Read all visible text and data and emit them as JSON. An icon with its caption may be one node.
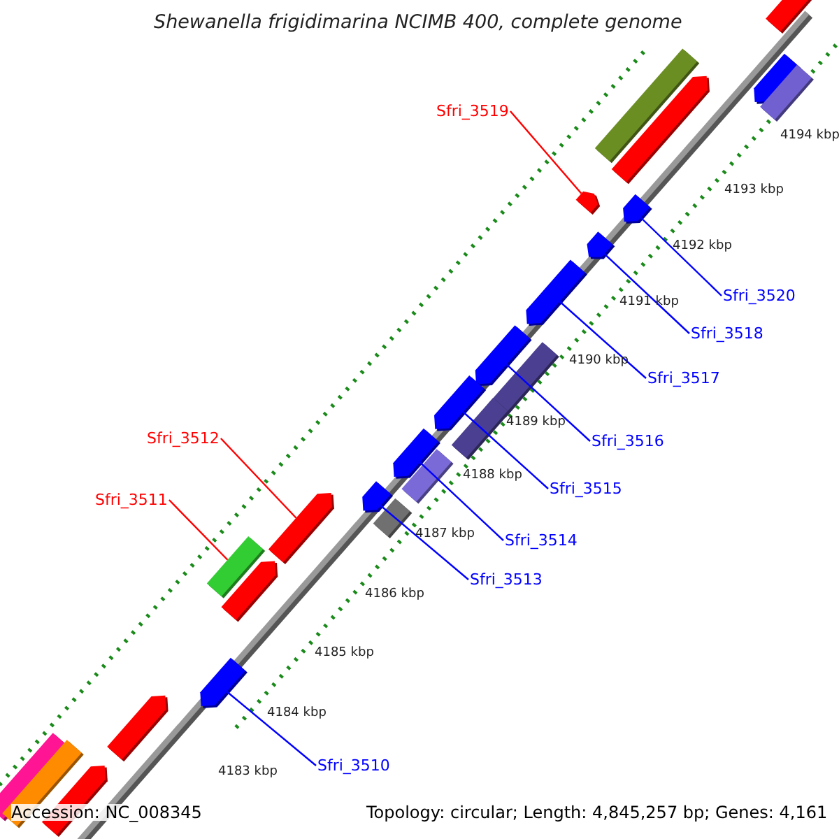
{
  "diagram": {
    "title": "Shewanella frigidimarina NCIMB 400, complete genome",
    "nodes": [
      {
        "text": [
          "Sfri_3519"
        ]
      },
      {
        "text": [
          "Sfri_3520"
        ]
      },
      {
        "text": [
          "Sfri_3518"
        ]
      },
      {
        "text": [
          "Sfri_3517"
        ]
      },
      {
        "text": [
          "Sfri_3516"
        ]
      },
      {
        "text": [
          "Sfri_3512"
        ]
      },
      {
        "text": [
          "Sfri_3515"
        ]
      },
      {
        "text": [
          "Sfri_3511"
        ]
      },
      {
        "text": [
          "Sfri_3514"
        ]
      },
      {
        "text": [
          "Sfri_3513"
        ]
      },
      {
        "text": [
          "Sfri_3510"
        ]
      },
      {
        "text": [],
        "shape": "pentagon"
      },
      {
        "text": [],
        "shape": "pentagon"
      },
      {
        "text": [],
        "shape": "bar"
      },
      {
        "text": [],
        "shape": "bar"
      },
      {
        "text": [],
        "shape": "pentagon"
      },
      {
        "text": [],
        "shape": "pentagon"
      },
      {
        "text": [],
        "shape": "pentagon"
      },
      {
        "text": [],
        "shape": "pentagon"
      },
      {
        "text": [],
        "shape": "pentagon"
      },
      {
        "text": [],
        "shape": "pentagon"
      },
      {
        "text": [],
        "shape": "bar"
      },
      {
        "text": [],
        "shape": "pentagon"
      },
      {
        "text": [],
        "shape": "bar"
      },
      {
        "text": [],
        "shape": "pentagon"
      },
      {
        "text": [],
        "shape": "bar"
      },
      {
        "text": [],
        "shape": "pentagon"
      },
      {
        "text": [],
        "shape": "bar"
      },
      {
        "text": [],
        "shape": "pentagon"
      },
      {
        "text": [],
        "shape": "bar"
      },
      {
        "text": [],
        "shape": "pentagon"
      },
      {
        "text": [],
        "shape": "pentagon"
      },
      {
        "text": [],
        "shape": "pentagon"
      },
      {
        "text": [],
        "shape": "bar"
      },
      {
        "text": [],
        "shape": "bar"
      },
      {
        "text": [],
        "shape": "pentagon"
      }
    ],
    "edges": [
      {
        "from": 0,
        "to": 16,
        "arrow": "none",
        "color": "#ff0000"
      },
      {
        "from": 1,
        "to": 17,
        "arrow": "none"
      },
      {
        "from": 2,
        "to": 18,
        "arrow": "none"
      },
      {
        "from": 3,
        "to": 19,
        "arrow": "none"
      },
      {
        "from": 4,
        "to": 20,
        "arrow": "none"
      },
      {
        "from": 5,
        "to": 28,
        "arrow": "none",
        "color": "#ff0000"
      },
      {
        "from": 6,
        "to": 22,
        "arrow": "none"
      },
      {
        "from": 7,
        "to": 29,
        "arrow": "none",
        "color": "#ff0000"
      },
      {
        "from": 8,
        "to": 24,
        "arrow": "none"
      },
      {
        "from": 9,
        "to": 26,
        "arrow": "none"
      },
      {
        "from": 10,
        "to": 31,
        "arrow": "none"
      }
    ],
    "labels": [
      "4194 kbp",
      "4193 kbp",
      "4192 kbp",
      "4191 kbp",
      "4190 kbp",
      "4189 kbp",
      "4188 kbp",
      "4187 kbp",
      "4186 kbp",
      "4185 kbp",
      "4184 kbp",
      "4183 kbp",
      "Accession: NC_008345",
      "Topology: circular; Length: 4,845,257 bp; Genes: 4,161"
    ]
  }
}
